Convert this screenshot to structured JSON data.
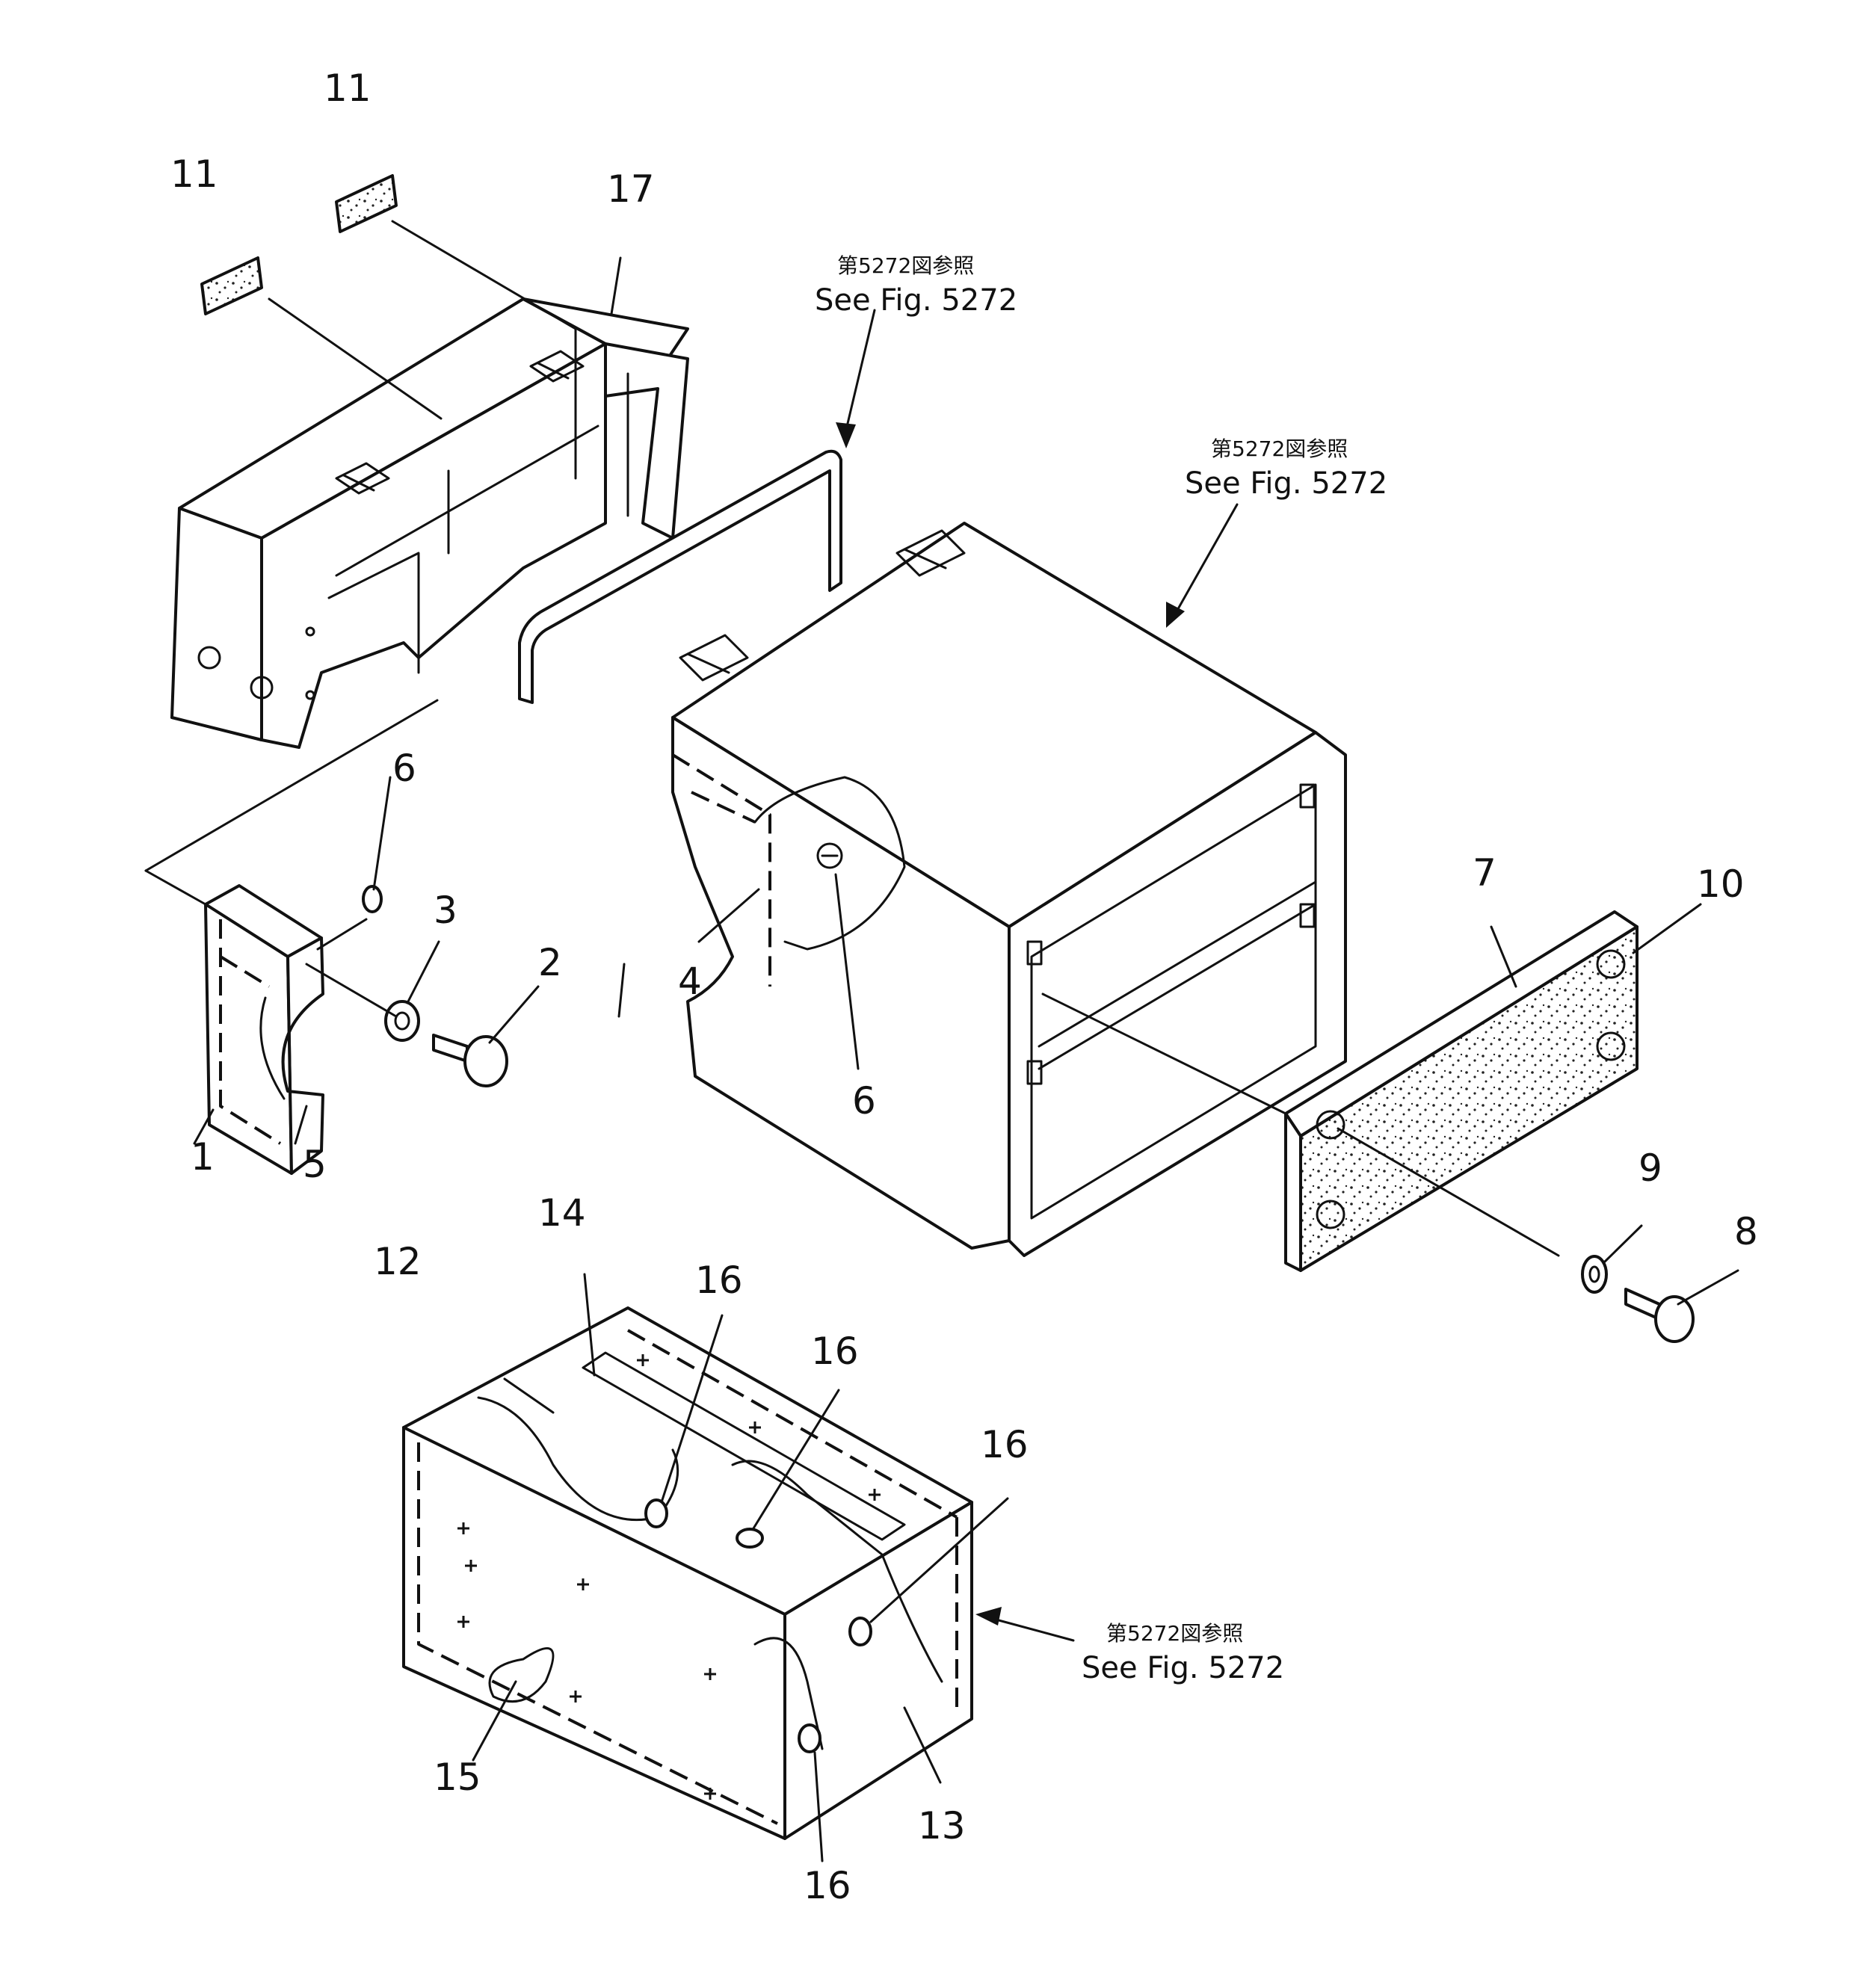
{
  "labels": {
    "l1": "1",
    "l2": "2",
    "l3": "3",
    "l4": "4",
    "l5": "5",
    "l6a": "6",
    "l6b": "6",
    "l7": "7",
    "l8": "8",
    "l9": "9",
    "l10": "10",
    "l11a": "11",
    "l11b": "11",
    "l12": "12",
    "l13": "13",
    "l14": "14",
    "l15": "15",
    "l16a": "16",
    "l16b": "16",
    "l16c": "16",
    "l16d": "16",
    "l17": "17"
  },
  "references": {
    "ref1": {
      "jp": "第5272図参照",
      "en": "See Fig. 5272"
    },
    "ref2": {
      "jp": "第5272図参照",
      "en": "See Fig. 5272"
    },
    "ref3": {
      "jp": "第5272図参照",
      "en": "See Fig. 5272"
    }
  }
}
